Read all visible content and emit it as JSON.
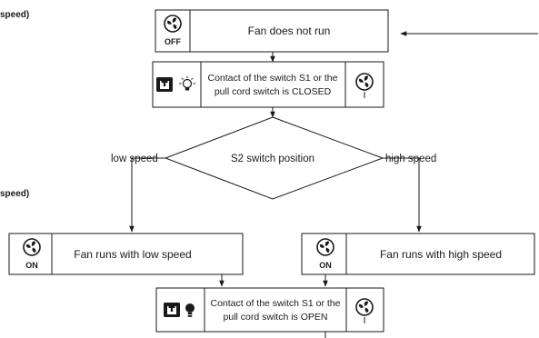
{
  "margin_text": {
    "top_fragment": "speed)",
    "middle_fragment": "speed)"
  },
  "nodes": {
    "off_box": {
      "text": "Fan does not run",
      "badge": "OFF",
      "icon": "fan-icon"
    },
    "closed_box": {
      "line1": "Contact of the switch S1 or the",
      "line2": "pull cord switch is CLOSED",
      "icons": [
        "switch-icon",
        "lightbulb-off-icon",
        "fan-slowing-icon"
      ]
    },
    "decision": {
      "text": "S2 switch position"
    },
    "low_box": {
      "text": "Fan runs with low speed",
      "badge": "ON",
      "icon": "fan-icon"
    },
    "high_box": {
      "text": "Fan runs with high speed",
      "badge": "ON",
      "icon": "fan-icon"
    },
    "open_box": {
      "line1": "Contact of the switch S1 or the",
      "line2": "pull cord switch is OPEN",
      "icons": [
        "switch-icon",
        "lightbulb-on-icon",
        "fan-slowing-icon"
      ]
    }
  },
  "branches": {
    "low": "low speed",
    "high": "high speed"
  }
}
